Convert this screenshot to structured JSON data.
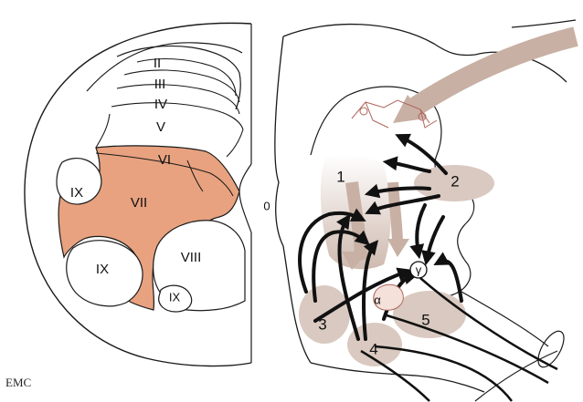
{
  "laminae": [
    "II",
    "III",
    "IV",
    "V",
    "VI",
    "VII",
    "VIII",
    "IX",
    "IX",
    "IX"
  ],
  "central_canal": "0",
  "regions": [
    "1",
    "2",
    "3",
    "4",
    "5"
  ],
  "motoneurons": {
    "gamma": "γ",
    "alpha": "α"
  },
  "credit": "EMC",
  "colors": {
    "lamina_fill": "#e8a27f",
    "region_fill": "#d9c9c0",
    "descending_tract": "#c8b0a4",
    "outline": "#1a1a1a"
  }
}
